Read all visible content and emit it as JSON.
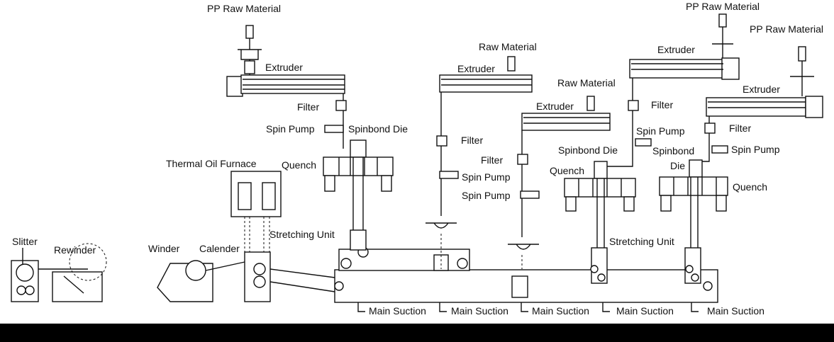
{
  "labels": {
    "pp_raw_1": "PP Raw Material",
    "extruder_1": "Extruder",
    "filter_1": "Filter",
    "spin_pump_1": "Spin Pump",
    "spinbond_die_1": "Spinbond Die",
    "quench_1": "Quench",
    "thermal_oil_furnace": "Thermal Oil Furnace",
    "stretching_unit_1": "Stretching Unit",
    "slitter": "Slitter",
    "rewinder": "Rewinder",
    "winder": "Winder",
    "calender": "Calender",
    "raw_2": "Raw Material",
    "extruder_2": "Extruder",
    "filter_2": "Filter",
    "spin_pump_2": "Spin Pump",
    "filter_3": "Filter",
    "spin_pump_3": "Spin Pump",
    "raw_3": "Raw Material",
    "extruder_3": "Extruder",
    "spinbond_die_3": "Spinbond Die",
    "quench_3": "Quench",
    "pp_raw_4": "PP Raw Material",
    "extruder_4": "Extruder",
    "pp_raw_5": "PP Raw Material",
    "extruder_5": "Extruder",
    "filter_4": "Filter",
    "spin_pump_4": "Spin Pump",
    "spinbond_4a": "Spinbond",
    "spinbond_4b": "Die",
    "filter_5": "Filter",
    "spin_pump_5": "Spin Pump",
    "quench_5": "Quench",
    "stretching_unit_2": "Stretching Unit",
    "main_suction": [
      "Main Suction",
      "Main Suction",
      "Main Suction",
      "Main Suction",
      "Main Suction"
    ]
  }
}
